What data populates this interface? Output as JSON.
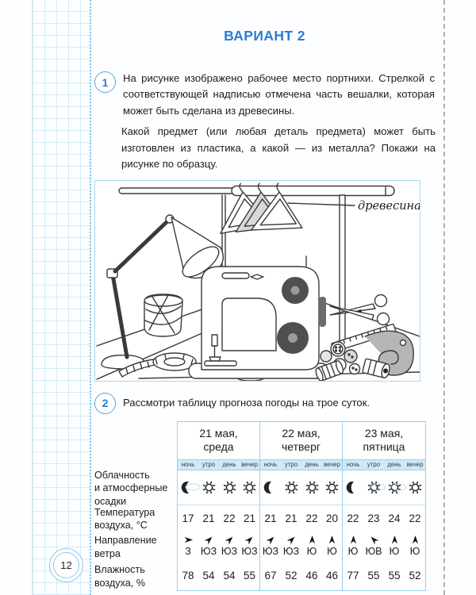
{
  "page": {
    "title": "ВАРИАНТ 2",
    "page_number": "12"
  },
  "colors": {
    "title_blue": "#2b7cd3",
    "table_border": "#96cfec",
    "subheader_bg": "#cfe9f7",
    "grid_line": "#d3ebf5"
  },
  "task1": {
    "number": "1",
    "paragraph1": "На рисунке изображено рабочее место портнихи. Стрелкой с соответствующей надписью отмечена часть вешалки, которая может быть сделана из древесины.",
    "paragraph2": "Какой предмет (или любая деталь предмета) может быть изготовлен из пластика, а какой — из металла? Покажи на рисунке по образцу.",
    "figure_label": "древесина"
  },
  "task2": {
    "number": "2",
    "intro": "Рассмотри таблицу прогноза погоды на трое суток.",
    "table": {
      "days": [
        {
          "date": "21 мая,",
          "weekday": "среда"
        },
        {
          "date": "22 мая,",
          "weekday": "четверг"
        },
        {
          "date": "23 мая,",
          "weekday": "пятница"
        }
      ],
      "time_labels": [
        "ночь",
        "утро",
        "день",
        "вечер"
      ],
      "cloudiness": {
        "label_lines": [
          "Облачность",
          "и атмосферные",
          "осадки"
        ],
        "icons": [
          [
            "moon",
            "sun",
            "sun",
            "sun"
          ],
          [
            "moon",
            "sun",
            "sun",
            "sun"
          ],
          [
            "moon",
            "sun",
            "sun",
            "sun"
          ]
        ],
        "faint_clouds": [
          [
            0,
            0
          ],
          [
            2,
            1
          ],
          [
            2,
            2
          ]
        ]
      },
      "temperature": {
        "label_lines": [
          "Температура",
          "воздуха, °С"
        ],
        "values": [
          [
            17,
            21,
            22,
            21
          ],
          [
            21,
            21,
            22,
            20
          ],
          [
            22,
            23,
            24,
            22
          ]
        ]
      },
      "wind": {
        "label_lines": [
          "Направление",
          "ветра"
        ],
        "values": [
          [
            "З",
            "ЮЗ",
            "ЮЗ",
            "ЮЗ"
          ],
          [
            "ЮЗ",
            "ЮЗ",
            "Ю",
            "Ю"
          ],
          [
            "Ю",
            "ЮВ",
            "Ю",
            "Ю"
          ]
        ]
      },
      "humidity": {
        "label_lines": [
          "Влажность",
          "воздуха, %"
        ],
        "values": [
          [
            78,
            54,
            54,
            55
          ],
          [
            67,
            52,
            46,
            46
          ],
          [
            77,
            55,
            55,
            52
          ]
        ]
      }
    }
  }
}
